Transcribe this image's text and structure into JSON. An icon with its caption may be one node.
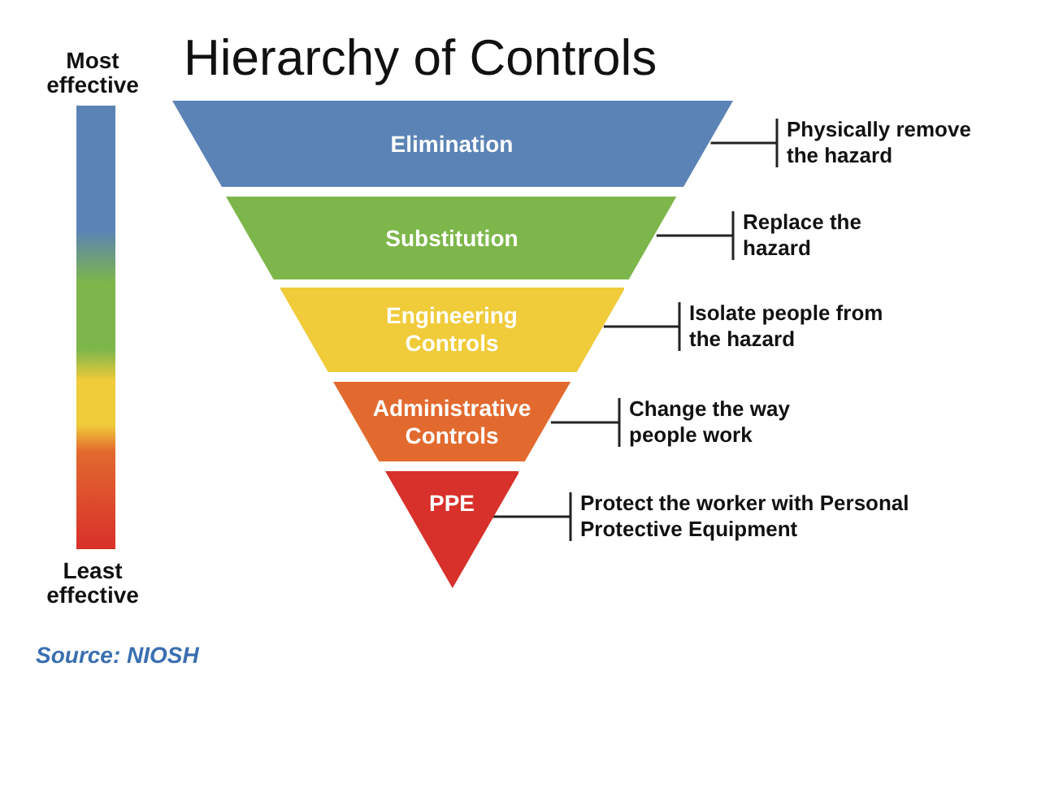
{
  "diagram": {
    "title": "Hierarchy of Controls",
    "nodes": [
      {
        "text": [
          "Elimination"
        ]
      },
      {
        "text": [
          "Substitution"
        ]
      },
      {
        "text": [
          "Engineering Controls"
        ]
      },
      {
        "text": [
          "Administrative Controls"
        ]
      },
      {
        "text": [
          "PPE"
        ]
      },
      {
        "text": [
          "Physically remove the hazard"
        ]
      },
      {
        "text": [
          "Replace the hazard"
        ]
      },
      {
        "text": [
          "Isolate people from the hazard"
        ]
      },
      {
        "text": [
          "Change the way people work"
        ]
      },
      {
        "text": [
          "Protect the worker with Personal Protective Equipment"
        ]
      },
      {
        "text": [],
        "shape": "bar"
      }
    ],
    "edges": [
      {
        "from": 0,
        "to": 5,
        "arrow": "none"
      },
      {
        "from": 1,
        "to": 6,
        "arrow": "none"
      },
      {
        "from": 2,
        "to": 7,
        "arrow": "none"
      },
      {
        "from": 3,
        "to": 8,
        "arrow": "none"
      },
      {
        "from": 4,
        "to": 9,
        "arrow": "none"
      }
    ],
    "labels": [
      "Most effective",
      "Least effective",
      "Source: NIOSH"
    ]
  }
}
